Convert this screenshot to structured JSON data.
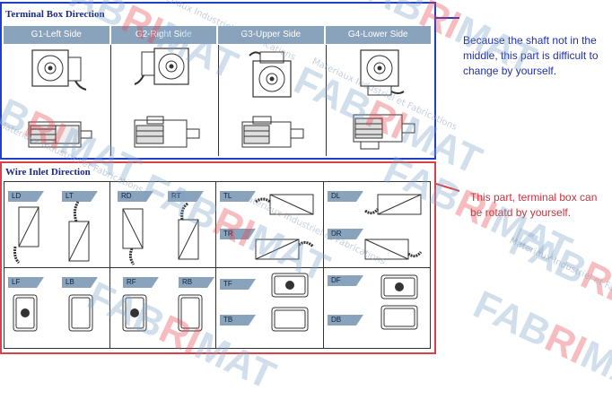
{
  "terminal_box": {
    "title": "Terminal Box Direction",
    "tabs": [
      "G1-Left Side",
      "G2-Right Side",
      "G3-Upper Side",
      "G4-Lower Side"
    ]
  },
  "wire_inlet": {
    "title": "Wire Inlet Direction",
    "labels": {
      "ld": "LD",
      "lt": "LT",
      "rd": "RD",
      "rt": "RT",
      "tl": "TL",
      "tr": "TR",
      "dl": "DL",
      "dr": "DR",
      "lf": "LF",
      "lb": "LB",
      "rf": "RF",
      "rb": "RB",
      "tf": "TF",
      "tb": "TB",
      "df": "DF",
      "db": "DB"
    }
  },
  "notes": {
    "shaft": "Because the shaft not in the middle, this part is difficult to change by yourself.",
    "rotate": "This part, terminal box can be rotatd by yourself."
  },
  "colors": {
    "top_border": "#1f3fc8",
    "bottom_border": "#d8404a",
    "tab_bg": "#8aa3bd",
    "note_blue": "#1f2fb0",
    "note_red": "#c8323c"
  },
  "watermark": {
    "brand": "FABRIMAT",
    "tagline": "Materiaux Industriel et Fabrications"
  }
}
